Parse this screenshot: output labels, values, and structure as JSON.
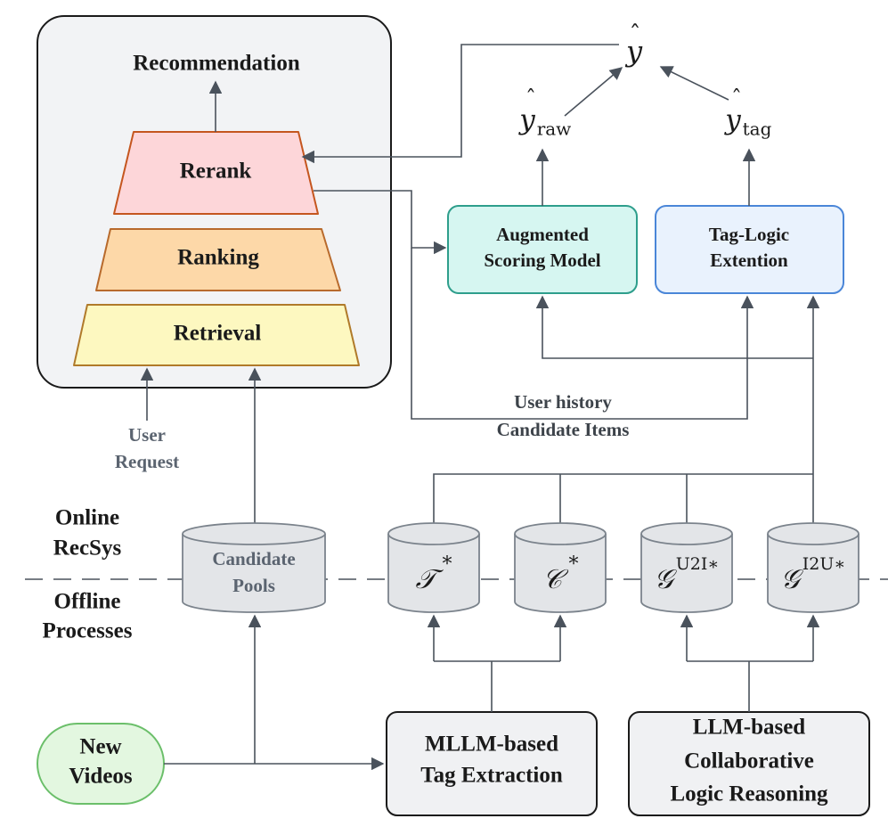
{
  "colors": {
    "panel_fill": "#f2f3f5",
    "rerank_fill": "#fdd6d9",
    "rerank_stroke": "#c5561f",
    "ranking_fill": "#fdd8a8",
    "ranking_stroke": "#b86a2c",
    "retrieval_fill": "#fdf8c0",
    "retrieval_stroke": "#b07a2a",
    "scoring_fill": "#d6f6f1",
    "scoring_stroke": "#2e9e8c",
    "taglogic_fill": "#e9f2fd",
    "taglogic_stroke": "#4a86d8",
    "video_fill": "#e3f7e0",
    "video_stroke": "#6bbf6a",
    "db_fill": "#e3e5e8",
    "db_stroke": "#7b838c",
    "process_fill": "#f0f1f3"
  },
  "pipeline": {
    "recommendation": "Recommendation",
    "rerank": "Rerank",
    "ranking": "Ranking",
    "retrieval": "Retrieval"
  },
  "user_request": [
    "User",
    "Request"
  ],
  "models": {
    "scoring": [
      "Augmented",
      "Scoring Model"
    ],
    "taglogic": [
      "Tag-Logic",
      "Extention"
    ]
  },
  "outputs": {
    "y": "y",
    "y_raw": "y",
    "y_raw_sub": "raw",
    "y_tag": "y",
    "y_tag_sub": "tag"
  },
  "inputs_label": [
    "User history",
    "Candidate Items"
  ],
  "sections": {
    "online": [
      "Online",
      "RecSys"
    ],
    "offline": [
      "Offline",
      "Processes"
    ]
  },
  "stores": {
    "candidate_pools": [
      "Candidate",
      "Pools"
    ],
    "tag_base": "𝒯",
    "tag_sup": "*",
    "concept_base": "𝒞",
    "concept_sup": "*",
    "g_u2i_base": "𝒢",
    "g_u2i_sup": "U2I∗",
    "g_i2u_base": "𝒢",
    "g_i2u_sup": "I2U∗"
  },
  "offline": {
    "new_videos": [
      "New",
      "Videos"
    ],
    "mllm": [
      "MLLM-based",
      "Tag Extraction"
    ],
    "llm": [
      "LLM-based",
      "Collaborative",
      "Logic Reasoning"
    ]
  }
}
